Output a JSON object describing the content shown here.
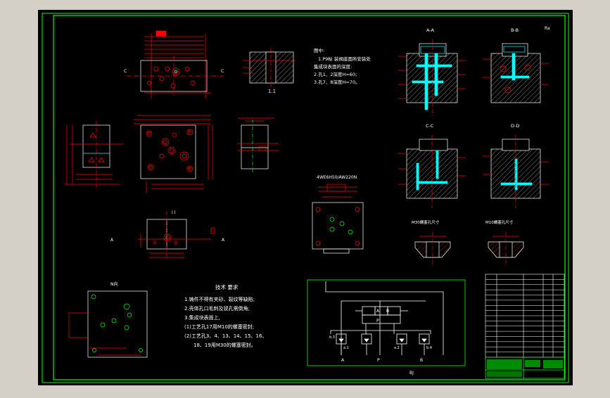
{
  "colors": {
    "canvas": "#000000",
    "chrome": "#d4d0c8",
    "frame": "#00ff00",
    "outline": "#ffffff",
    "dimension": "#ff0000",
    "hatch": "#ffffff",
    "port": "#00ffff",
    "text": "#ffffff",
    "title_block": "#00ff00",
    "accent": "#ffff00"
  },
  "views": {
    "section_aa": "A-A",
    "section_bb": "B-B",
    "section_cc": "C-C",
    "section_dd": "D-D",
    "roughness_mark": "Ra",
    "detail_ii": "I I",
    "view_n": "N向",
    "valve_label": "4WE6H50/AW220N",
    "m30_left": "M30螺塞孔尺寸",
    "m10_right": "M10螺塞孔尺寸",
    "detail_j": "BJ",
    "letter_c": "C",
    "letter_a": "A",
    "letter_b": "B",
    "letter_p": "P"
  },
  "notes": {
    "heading": "图中:",
    "lines": [
      "1.P9标 装阀座面所安装处",
      "集成块表面的深度:",
      "2.孔1、2深度H=60;",
      "3.孔7、8深度H=70。"
    ]
  },
  "tech": {
    "title": "技术 要求",
    "lines": [
      "1.铸件不得有夹砂、裂纹等缺陷;",
      "2.壳体孔口毛刺及锐孔需倒角;",
      "3.集成块表面上,",
      "(1)工艺孔17用M10的螺塞密封;",
      "(2)工艺孔3、4、13、14、15、16、",
      "18、19用M30的螺塞密封。"
    ]
  },
  "circuit": {
    "ports_bottom": [
      "A",
      "P",
      "B"
    ],
    "valve_tags": [
      "b.3",
      "a.1",
      "a.2",
      "b.4"
    ]
  },
  "title_block": {
    "rows": 16
  }
}
